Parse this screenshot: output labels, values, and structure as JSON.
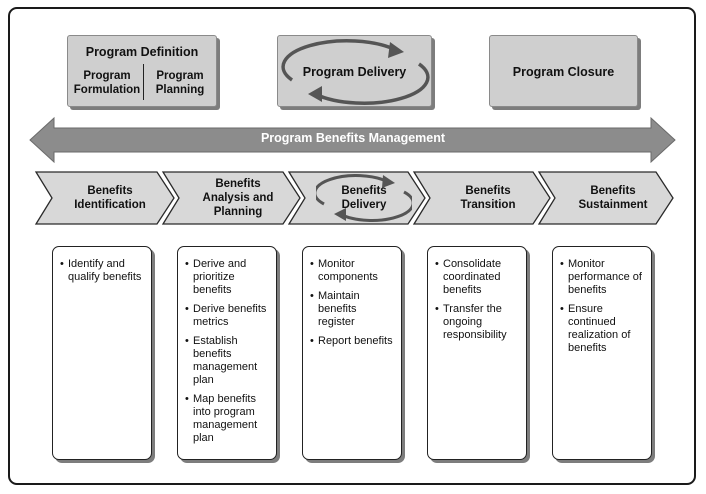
{
  "phases": {
    "definition": {
      "title": "Program Definition",
      "formulation": "Program\nFormulation",
      "planning": "Program\nPlanning"
    },
    "delivery": {
      "title": "Program Delivery"
    },
    "closure": {
      "title": "Program Closure"
    }
  },
  "benefits_management": "Program Benefits Management",
  "stages": [
    {
      "label": "Benefits Identification",
      "items": [
        "Identify and qualify benefits"
      ]
    },
    {
      "label": "Benefits Analysis and Planning",
      "items": [
        "Derive and prioritize benefits",
        "Derive benefits metrics",
        "Establish benefits management plan",
        "Map benefits into program management plan"
      ]
    },
    {
      "label": "Benefits Delivery",
      "items": [
        "Monitor components",
        "Maintain benefits register",
        "Report benefits"
      ]
    },
    {
      "label": "Benefits Transition",
      "items": [
        "Consolidate coordinated benefits",
        "Transfer the ongoing responsibility"
      ]
    },
    {
      "label": "Benefits Sustainment",
      "items": [
        "Monitor performance of benefits",
        "Ensure continued realization of benefits"
      ]
    }
  ],
  "colors": {
    "phase_fill": "#cfcfcf",
    "arrow_fill": "#8c8c8c",
    "chevron_fill": "#d8d8d8",
    "border": "#1a1a1a"
  },
  "icons": [
    "cycle-arrows-icon"
  ]
}
